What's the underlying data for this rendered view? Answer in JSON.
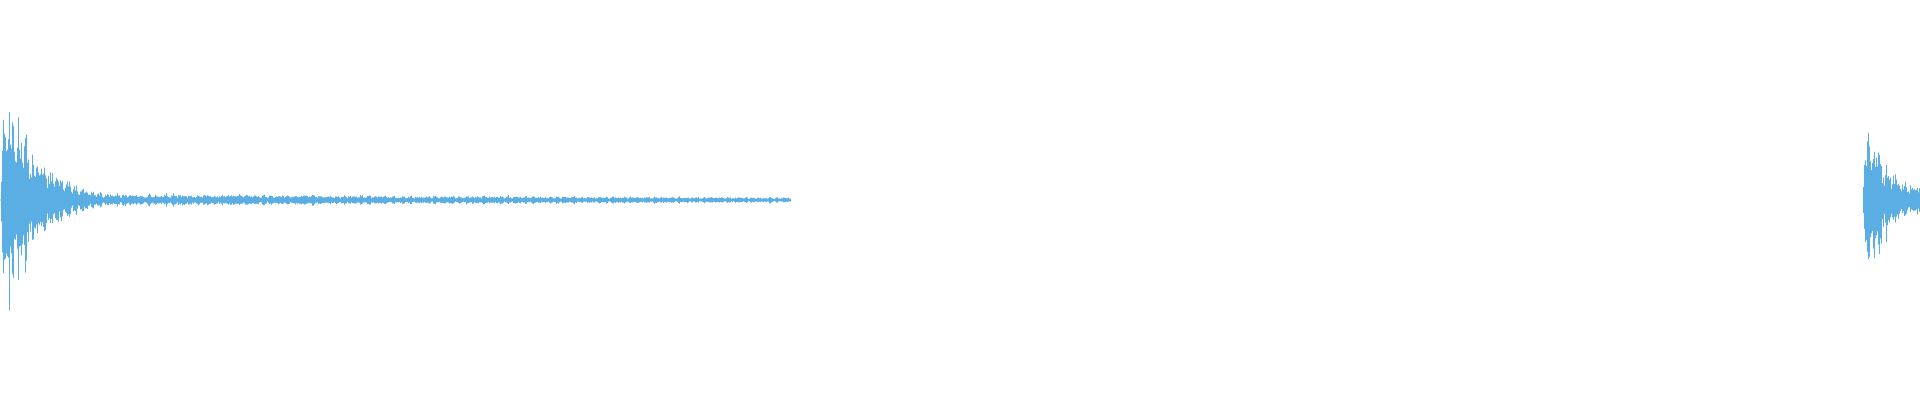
{
  "waveform": {
    "color": "#5aaee3",
    "background": "#ffffff",
    "zero_level": 0.5,
    "segments": [
      {
        "name": "waveform-transient-1",
        "start": 0.0,
        "end": 0.412,
        "peak": 0.77,
        "attack": 0.002,
        "decay": 0.018,
        "tail": 0.06,
        "tail_decay": 0.45,
        "seed": 13
      },
      {
        "name": "waveform-transient-2",
        "start": 0.97,
        "end": 1.0,
        "peak": 0.6,
        "attack": 0.002,
        "decay": 0.012,
        "tail": 0.18,
        "tail_decay": 0.35,
        "seed": 97
      }
    ]
  }
}
